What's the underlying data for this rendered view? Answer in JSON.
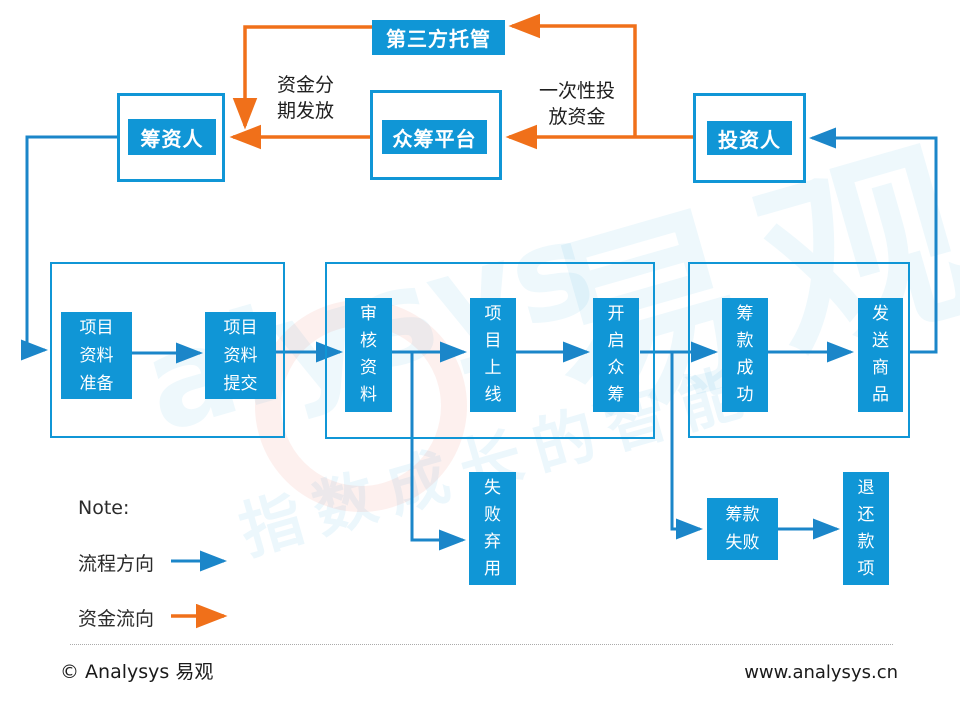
{
  "colors": {
    "blue": "#1096d6",
    "blue_line": "#1b86c9",
    "orange": "#f0701a"
  },
  "entities": {
    "third_party_escrow": "第三方托管",
    "fundraiser": "筹资人",
    "platform": "众筹平台",
    "investor": "投资人"
  },
  "flow_labels": {
    "installment_release": "资金分\n期发放",
    "one_time_investment": "一次性投\n放资金"
  },
  "stages": {
    "prepare_materials": "项目\n资料\n准备",
    "submit_materials": "项目\n资料\n提交",
    "review_materials": "审\n核\n资\n料",
    "project_launch": "项\n目\n上\n线",
    "start_crowdfunding": "开\n启\n众\n筹",
    "funding_success": "筹\n款\n成\n功",
    "ship_goods": "发\n送\n商\n品",
    "fail_abandon": "失\n败\n弃\n用",
    "funding_fail": "筹款\n失败",
    "refund": "退\n还\n款\n项"
  },
  "legend": {
    "note": "Note:",
    "process_direction": "流程方向",
    "funds_direction": "资金流向"
  },
  "footer": {
    "copyright": "© Analysys 易观",
    "website": "www.analysys.cn"
  },
  "watermark": {
    "brand_en": "alysys",
    "brand_cn": "易观",
    "slogan": "指数成长的智能"
  }
}
